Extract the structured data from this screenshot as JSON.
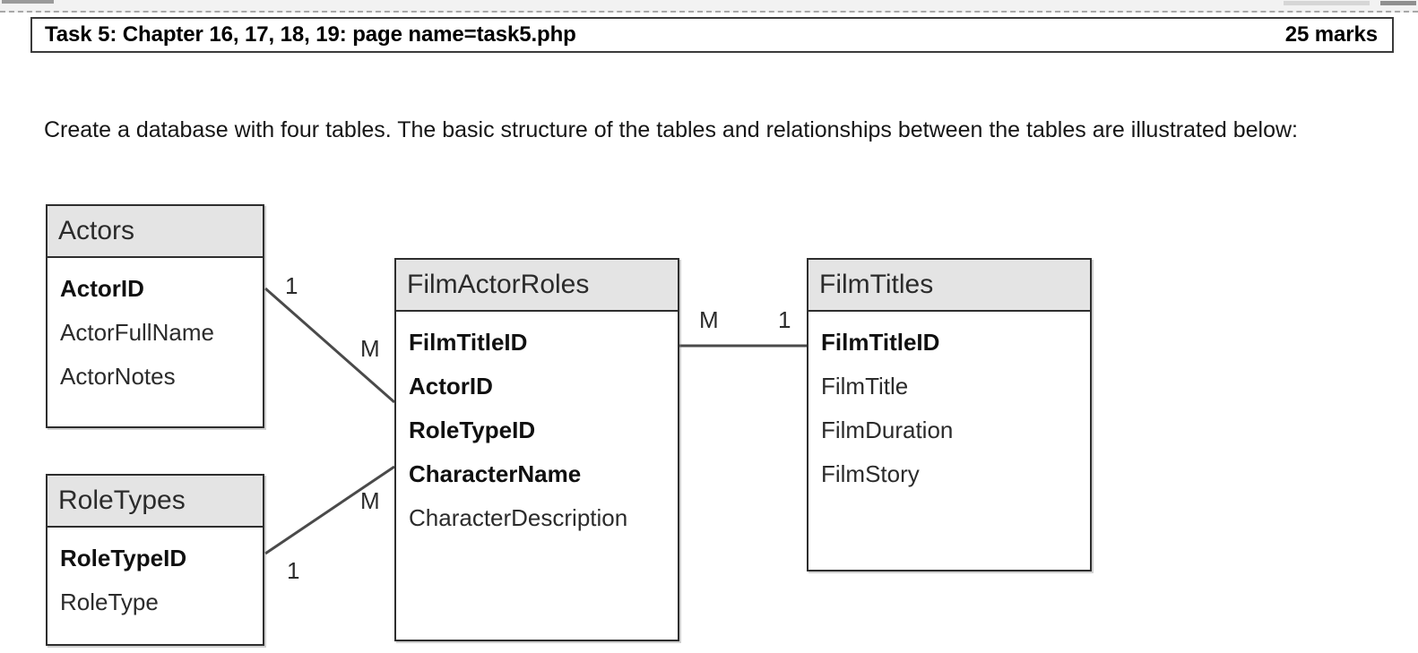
{
  "document": {
    "page_break_marker": "dashed-page-break",
    "chrome": {
      "scroll_stub_left": "scroll-stub",
      "scroll_stub_right": "scroll-stub"
    }
  },
  "task_banner": {
    "title": "Task 5: Chapter 16, 17, 18, 19: page name=task5.php",
    "marks": "25 marks"
  },
  "intro": {
    "paragraph": "Create a database with four tables. The basic structure of the tables and relationships between the tables are illustrated below:"
  },
  "diagram": {
    "type": "entity-relationship-diagram",
    "entities": [
      {
        "id": "actors",
        "name": "Actors",
        "fields": [
          {
            "name": "ActorID",
            "key": true
          },
          {
            "name": "ActorFullName",
            "key": false
          },
          {
            "name": "ActorNotes",
            "key": false
          }
        ]
      },
      {
        "id": "roletypes",
        "name": "RoleTypes",
        "fields": [
          {
            "name": "RoleTypeID",
            "key": true
          },
          {
            "name": "RoleType",
            "key": false
          }
        ]
      },
      {
        "id": "filmactorroles",
        "name": "FilmActorRoles",
        "fields": [
          {
            "name": "FilmTitleID",
            "key": true
          },
          {
            "name": "ActorID",
            "key": true
          },
          {
            "name": "RoleTypeID",
            "key": true
          },
          {
            "name": "CharacterName",
            "key": true
          },
          {
            "name": "CharacterDescription",
            "key": false
          }
        ]
      },
      {
        "id": "filmtitles",
        "name": "FilmTitles",
        "fields": [
          {
            "name": "FilmTitleID",
            "key": true
          },
          {
            "name": "FilmTitle",
            "key": false
          },
          {
            "name": "FilmDuration",
            "key": false
          },
          {
            "name": "FilmStory",
            "key": false
          }
        ]
      }
    ],
    "relationships": [
      {
        "from": "actors",
        "to": "filmactorroles",
        "from_cardinality": "1",
        "to_cardinality": "M"
      },
      {
        "from": "roletypes",
        "to": "filmactorroles",
        "from_cardinality": "1",
        "to_cardinality": "M"
      },
      {
        "from": "filmactorroles",
        "to": "filmtitles",
        "from_cardinality": "M",
        "to_cardinality": "1"
      }
    ],
    "colors": {
      "entity_border": "#2e2e2e",
      "entity_header_fill": "#e4e4e4",
      "entity_body_fill": "#ffffff",
      "connector_line": "#4a4a4a"
    }
  }
}
